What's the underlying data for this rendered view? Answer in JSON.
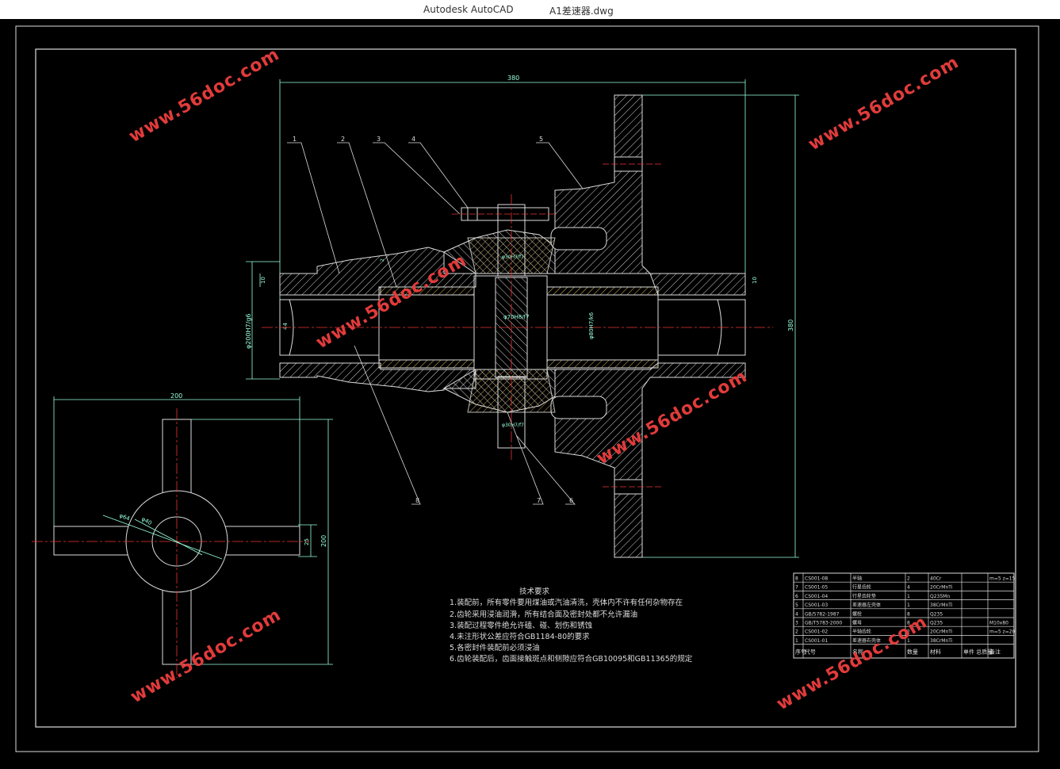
{
  "window": {
    "app_name": "Autodesk AutoCAD",
    "file_name": "A1差速器.dwg"
  },
  "drawing": {
    "dimensions": {
      "top_width": "380",
      "height_right": "380",
      "left_offset": "10",
      "right_offset": "10",
      "bore_left": "φ200H7/g6",
      "shaft_dia": "44",
      "pin_fit": "φ70H8/f7",
      "bore_right": "φ80H7/k6",
      "gear_fit_top": "φ30H7/f7",
      "gear_fit_bot": "φ30H7/f7",
      "cross_width": "200",
      "cross_height": "200",
      "cross_pin": "25",
      "cross_r1": "φ64",
      "cross_r2": "φ40",
      "small_dim": "2"
    },
    "callouts": [
      "1",
      "2",
      "3",
      "4",
      "5",
      "6",
      "7",
      "8"
    ],
    "watermark": "www.56doc.com",
    "tech": {
      "title": "技术要求",
      "items": [
        "1.装配前，所有零件要用煤油或汽油清洗，壳体内不许有任何杂物存在",
        "2.齿轮采用浸油润滑，所有结合面及密封处都不允许漏油",
        "3.装配过程零件绝允许磕、碰、划伤和锈蚀",
        "4.未注形状公差应符合GB1184-80的要求",
        "5.各密封件装配前必须浸油",
        "6.齿轮装配后，齿面接触斑点和侧隙应符合GB10095和GB11365的规定"
      ]
    },
    "bom": {
      "rows": [
        [
          "8",
          "CS001-08",
          "半轴",
          "2",
          "40Cr",
          "",
          "m=5 z=15"
        ],
        [
          "7",
          "CS001-05",
          "行星齿轮",
          "4",
          "20CrMnTi",
          "",
          ""
        ],
        [
          "6",
          "CS001-04",
          "行星齿轮垫",
          "1",
          "Q235Mn",
          "",
          ""
        ],
        [
          "5",
          "CS001-03",
          "差速器左壳体",
          "1",
          "38CrMnTi",
          "",
          ""
        ],
        [
          "4",
          "GB/5782-1987",
          "螺栓",
          "8",
          "Q235",
          "",
          ""
        ],
        [
          "3",
          "GB/T5783-2000",
          "螺母",
          "8",
          "Q235",
          "",
          "M10x80"
        ],
        [
          "2",
          "CS001-02",
          "半轴齿轮",
          "2",
          "20CrMnTi",
          "",
          "m=5 z=20"
        ],
        [
          "1",
          "CS001-01",
          "差速器右壳体",
          "1",
          "38CrMnTi",
          "",
          ""
        ]
      ],
      "header": [
        "序号",
        "代号",
        "名称",
        "数量",
        "材料",
        "单件 总质量",
        "备注"
      ]
    }
  }
}
